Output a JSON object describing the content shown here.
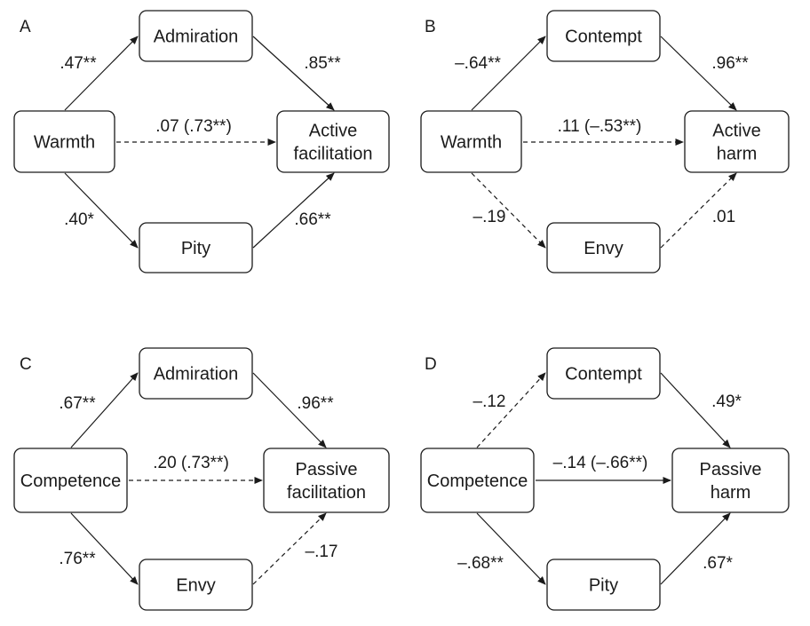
{
  "panels": [
    {
      "letter": "A",
      "nodes": {
        "pred": [
          "Warmth"
        ],
        "top": [
          "Admiration"
        ],
        "out": [
          "Active",
          "facilitation"
        ],
        "bottom": [
          "Pity"
        ]
      },
      "paths": {
        "pred_top": ".47**",
        "top_out": ".85**",
        "direct": ".07 (.73**)",
        "pred_bottom": ".40*",
        "bottom_out": ".66**"
      },
      "dashed": {
        "pred_top": false,
        "top_out": false,
        "direct": true,
        "pred_bottom": false,
        "bottom_out": false
      }
    },
    {
      "letter": "B",
      "nodes": {
        "pred": [
          "Warmth"
        ],
        "top": [
          "Contempt"
        ],
        "out": [
          "Active",
          "harm"
        ],
        "bottom": [
          "Envy"
        ]
      },
      "paths": {
        "pred_top": "–.64**",
        "top_out": ".96**",
        "direct": ".11 (–.53**)",
        "pred_bottom": "–.19",
        "bottom_out": ".01"
      },
      "dashed": {
        "pred_top": false,
        "top_out": false,
        "direct": true,
        "pred_bottom": true,
        "bottom_out": true
      }
    },
    {
      "letter": "C",
      "nodes": {
        "pred": [
          "Competence"
        ],
        "top": [
          "Admiration"
        ],
        "out": [
          "Passive",
          "facilitation"
        ],
        "bottom": [
          "Envy"
        ]
      },
      "paths": {
        "pred_top": ".67**",
        "top_out": ".96**",
        "direct": ".20 (.73**)",
        "pred_bottom": ".76**",
        "bottom_out": "–.17"
      },
      "dashed": {
        "pred_top": false,
        "top_out": false,
        "direct": true,
        "pred_bottom": false,
        "bottom_out": true
      }
    },
    {
      "letter": "D",
      "nodes": {
        "pred": [
          "Competence"
        ],
        "top": [
          "Contempt"
        ],
        "out": [
          "Passive",
          "harm"
        ],
        "bottom": [
          "Pity"
        ]
      },
      "paths": {
        "pred_top": "–.12",
        "top_out": ".49*",
        "direct": "–.14 (–.66**)",
        "pred_bottom": "–.68**",
        "bottom_out": ".67*"
      },
      "dashed": {
        "pred_top": true,
        "top_out": false,
        "direct": false,
        "pred_bottom": false,
        "bottom_out": false
      }
    }
  ]
}
